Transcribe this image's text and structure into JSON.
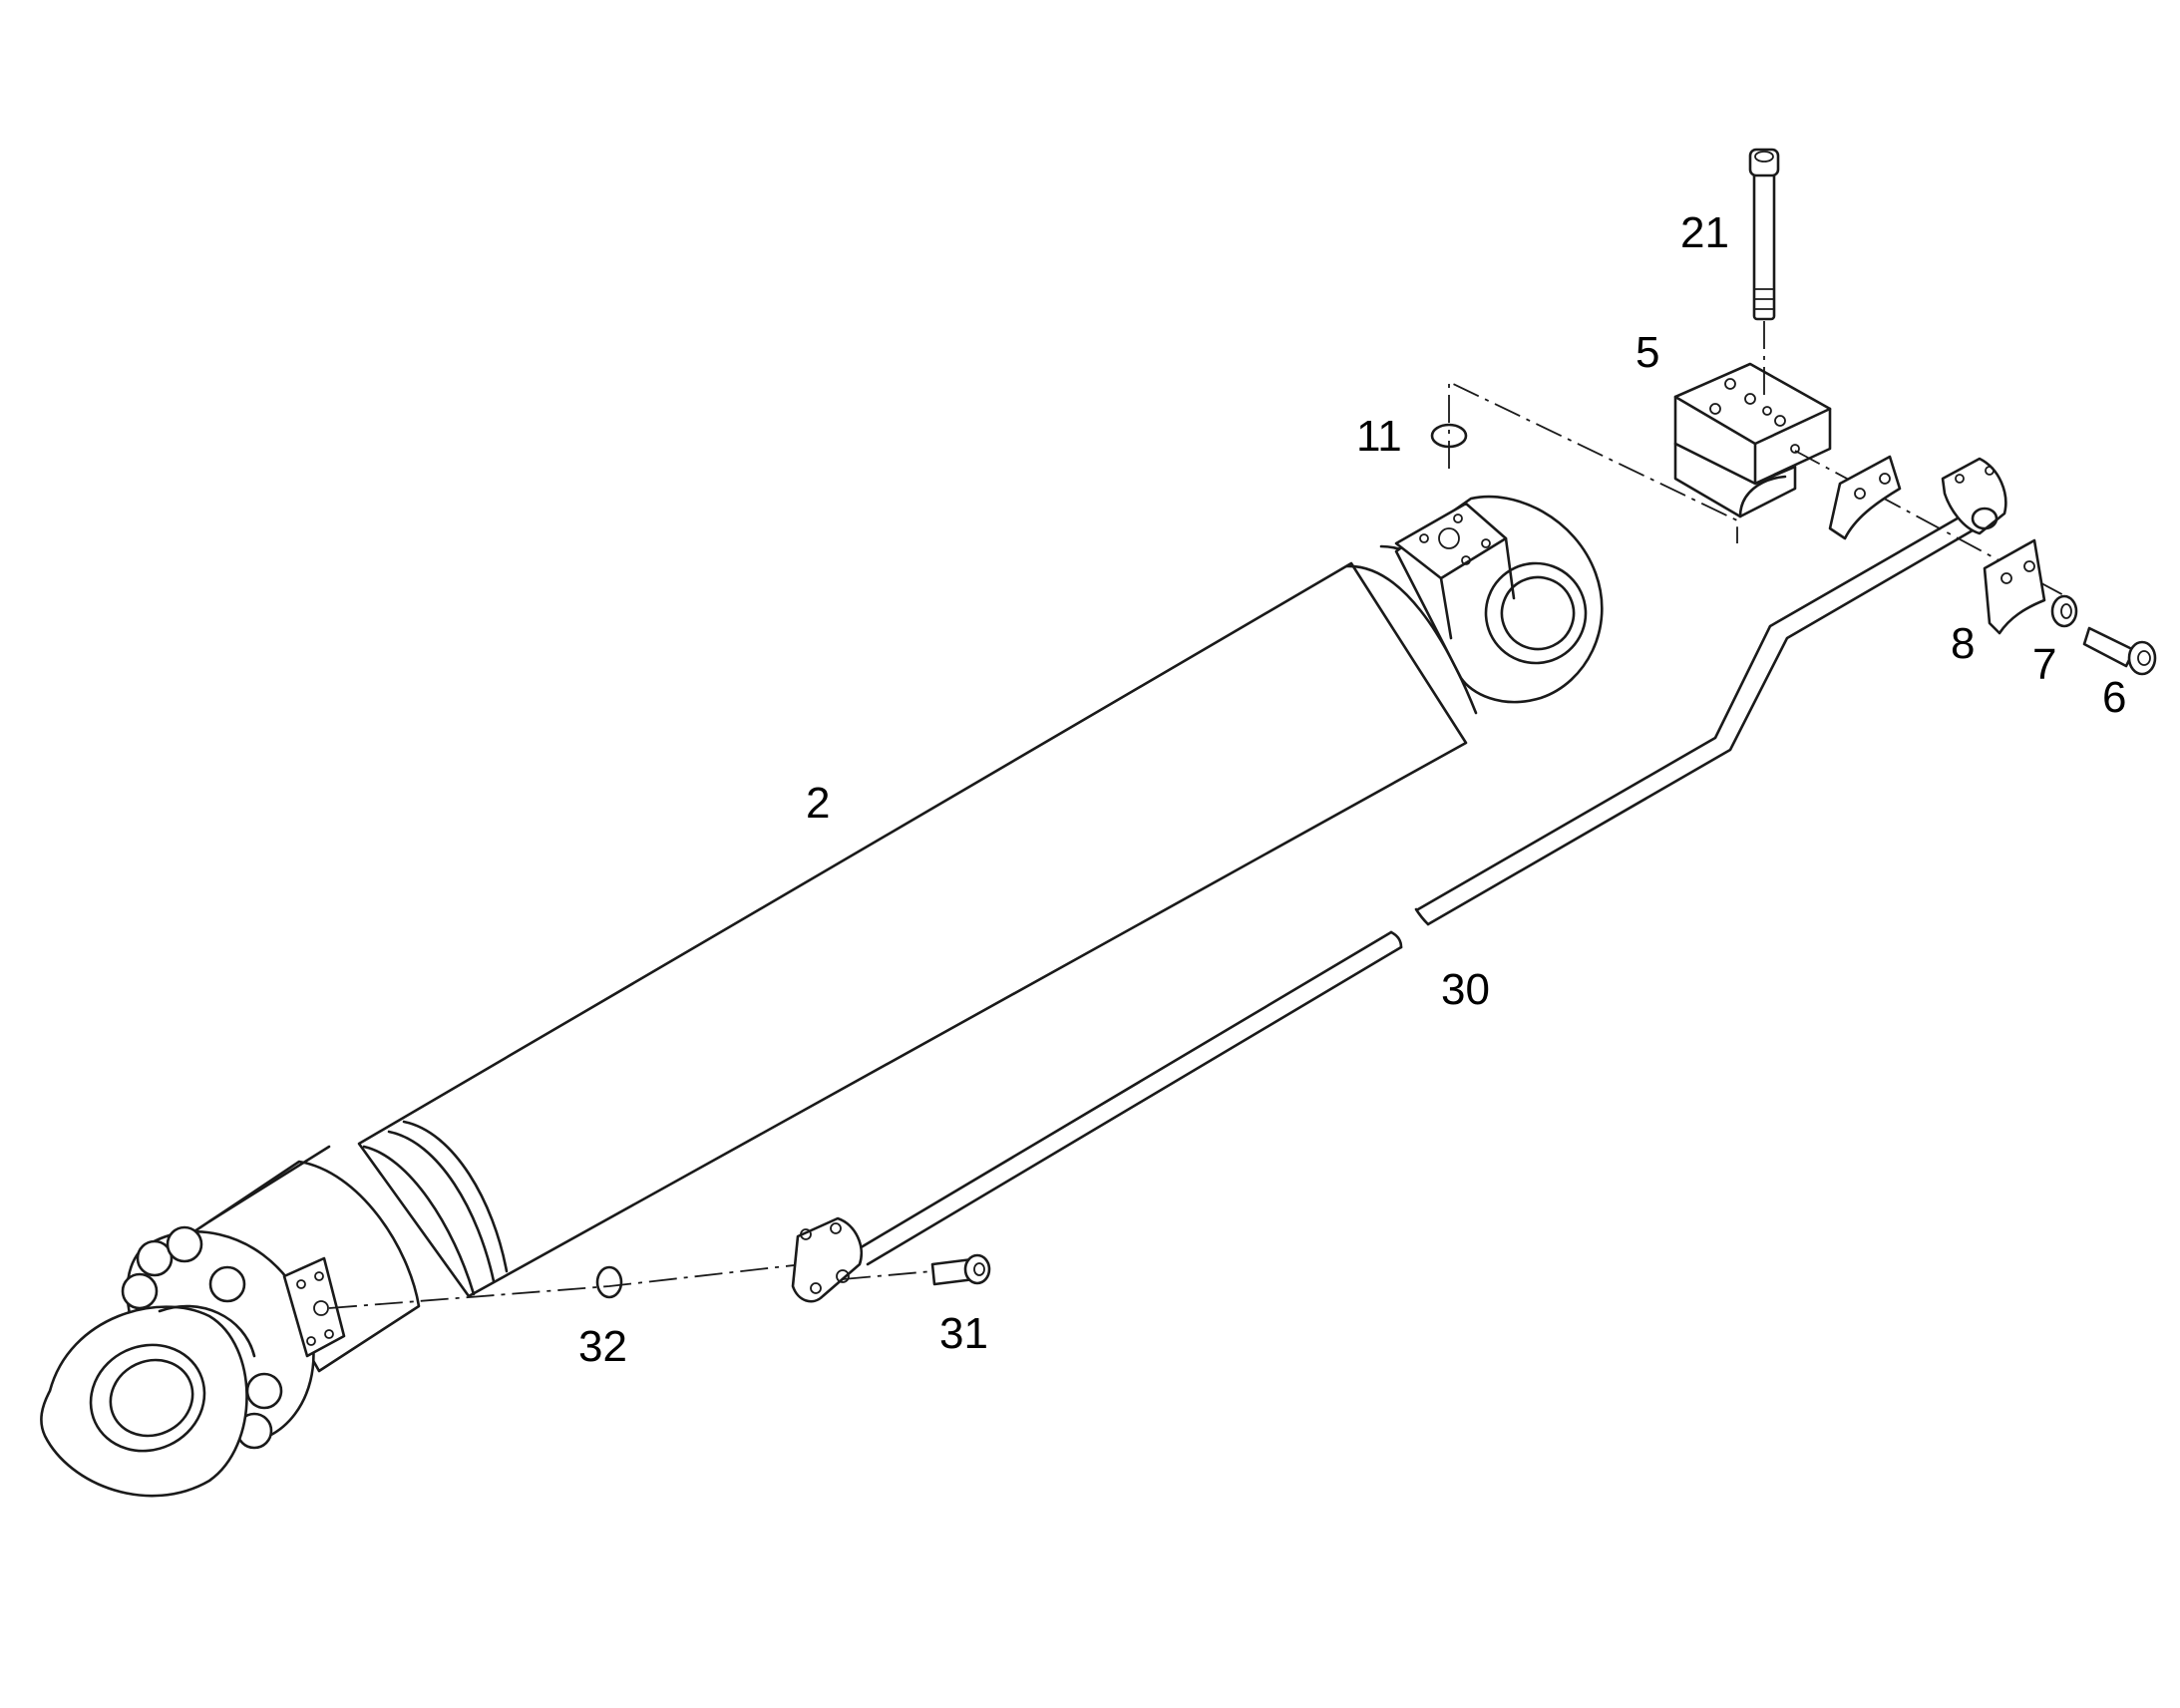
{
  "callouts": {
    "p2": "2",
    "p5": "5",
    "p6": "6",
    "p7": "7",
    "p8": "8",
    "p11": "11",
    "p21": "21",
    "p30": "30",
    "p31": "31",
    "p32": "32"
  }
}
